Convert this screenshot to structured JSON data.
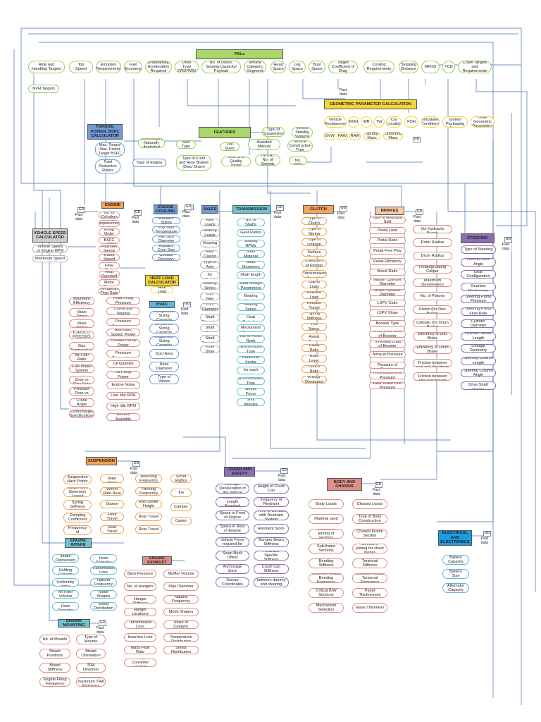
{
  "labels": {
    "gd": "GD",
    "past_data": "Past data"
  },
  "headers": {
    "pals": "PALs",
    "features": "FEATURES",
    "geometric": "GEOMETRIC PARAMETER CALCULATION",
    "torque": "TORQUE, POWER, BSFC CALCULATOR",
    "engine": "ENGINE",
    "engine_cooling": "ENGINE COOLING",
    "axles": "AXLES",
    "transmission": "TRANSMISSION",
    "clutch": "CLUTCH",
    "brakes": "BRAKES",
    "steering": "STEERING",
    "vehicle_speed": "VEHICLE SPEED CALCULATOR",
    "heat_load": "HEAT LOAD CALCULATOR",
    "hvac": "HVAC",
    "suspension": "SUSPENSION",
    "crash": "CRASH AND SAFETY",
    "body": "BODY AND CHASSIS",
    "electrical": "ELECTRICAL AND ELECTRONICS",
    "engine_intake": "ENGINE INTAKE",
    "engine_exhaust": "ENGINE EXHAUST",
    "engine_mounting": "ENGINE MOUNTING"
  },
  "pals_row": [
    "Ride and Handling Targets",
    "Top Speed",
    "Emission Requirements",
    "Fuel Economy",
    "Gradeability, Acceleration Required",
    "Drive Type 2WD/4WD",
    "No. of Doors, Seating Capacity/ Payload",
    "Vehicle Category, Segment",
    "Head Space",
    "Leg Space",
    "Boot Space",
    "Target Coefficient of Drag",
    "Cooling Requirements",
    "Stopping Distance",
    "MFOD",
    "TCD",
    "Crash Targets and Requirements"
  ],
  "nvh": "NVH Targets",
  "geo_items": [
    "Vehicle Resistances",
    "ROH",
    "WB",
    "TW",
    "CG Location",
    "FOH",
    "Articulated Conditions",
    "Sub-system Packaging Space",
    "Other Geometric Parameters",
    "GVW",
    "FAW",
    "RAW",
    "Sprung Mass",
    "Unsprung Mass"
  ],
  "feat_items": [
    "Turbocharging/ Naturally Aspirated",
    "Axle Type",
    "Tire Sizes",
    "Power Assisted Manual Steering",
    "Type of Suspension",
    "Vehicle Stability Systems",
    "Vehicle Construction Type",
    "Type of Front and Rear Brakes (Disc/ Drum)",
    "Gear Shift Quality Target",
    "TMT/AT, No. of Speeds",
    "DVD/ No. D&R"
  ],
  "torque_items": [
    "Max. Torque Max. Power Target BSFC",
    "Type of Engine",
    "Total Reduction Ratios"
  ],
  "vs_items": [
    "Vehicle Speed vs Engine RPM",
    "Maximum Speed"
  ],
  "engine_items": [
    "No. of Cylinders",
    "Displacement",
    "Firing Order",
    "T-P BSFC vs RPM",
    "Flywheel Inertia",
    "Rated Speed",
    "Coolant Flow Rate",
    "Heat Rejected",
    "Blower Motor Power",
    "Refrigerant Flow Rate"
  ],
  "cool_items": [
    "Radiator Sizing",
    "Top Tank Temperature",
    "Fan Size Diameter",
    "Radiator Core Size",
    "Type of Coolant Recovery System"
  ],
  "heat_items": [
    "Heat Load"
  ],
  "hvac_items": [
    "Compressor Sizing Capacity",
    "Condenser Sizing Capacity",
    "Evaporator Sizing Capacity",
    "Duct Area",
    "Hose Diameter",
    "Type of Valves"
  ],
  "eng_left": [
    "Volumetric Efficiency",
    "Intake Valve Timing",
    "Exhaust Valve Timing",
    "IC/FOCC/ POC/SOS",
    "Exhaust Gas Temperature",
    "Air-Fuel Ratio",
    "Fuel Intake System",
    "Air Filter Pressure Drop vs Flow Rate Curve",
    "Catalytic Converter Pressure Drop vs Flow Rate Curve",
    "Pressure-Crank Angle Curve",
    "Turbocharger Specifications"
  ],
  "eng_mid": [
    "Peak Firing Pressure",
    "Crankcase Volume",
    "Max. Oil Pressure Temperature",
    "Alternator Speed, Power",
    "Coolant Pump Power",
    "Max. Oil Pressure Temperature",
    "Oil Quantity",
    "Oil Pump Power",
    "Engine Noise",
    "Line Idle RPM",
    "High Idle RPM",
    "Vacuum Available"
  ],
  "axle_items": [
    "Axle Loads",
    "Bearing Loads",
    "Axle Housing Loads",
    "Axle Casing",
    "Type of Axle",
    "Axle Section for Dead Axle",
    "Bearing Series",
    "CVJ type",
    "CVJ Diameter",
    "Drive Shaft Diameter",
    "Propeller Shaft Type",
    "Propeller Shaft Diameter",
    "Final Drive"
  ],
  "trans_items": [
    "No. of Shafts",
    "Gear Ratios",
    "Shifting RPMs",
    "Shaft Material",
    "Shaft Diameters",
    "Shaft length",
    "Gear Design Parameters",
    "Shaft Bearing Loads",
    "Bearing Series",
    "Transmission Heat Rejection",
    "Type of Shift Mechanism Operation",
    "No. of Forks Rods",
    "Synchronizer Type",
    "Reflective Inertia",
    "Cone torque for each gear",
    "Synchronization Time",
    "Sleeve Force",
    "Shift Impulse"
  ],
  "clutch_items": [
    "Type of Clutch",
    "Type of Spring",
    "Type of Linkage",
    "Friction Surface Material",
    "Coefficient of Friction",
    "Torque Transmission Capacity",
    "Clamp Load",
    "Release Load",
    "Release Travel",
    "Spring Stiffness",
    "TVD Specs.",
    "Pedal Return Assist Spring Stiffness",
    "Pedal Ratio",
    "Hydraulic Ratio Lever Ratio",
    "Clutch Ratio",
    "Energy Dissipated"
  ],
  "brake_left": [
    "Type of Hydraulic Split",
    "Pedal Load",
    "Pedal Ratio",
    "Pedal Free Play",
    "Pedal Efficiency",
    "Boost Ratio",
    "Master Cylinder Diameter",
    "Wheel Cylinder Diameter",
    "LSPV Cutin",
    "LSPV Slope",
    "Booster Type",
    "Knee-point Load of Booster",
    "Threshold Load of Booster",
    "Jump-in Pressure",
    "Knee-point Pressure of Booster",
    "Front Brake Line Pressure",
    "Rear Brake Line Pressure"
  ],
  "brake_right": [
    "Accumulator Sizing (for Hydraulic Boost)",
    "Rotor Radius",
    "Drum Radius",
    "Floating/Sliding Caliper",
    "Maximum Deceleration",
    "No. of Pistons",
    "Diameter of Brake Piston (for Disc Brake)",
    "Diameter of Wheel Cylinder (for Drum Brake)",
    "Efficiency of Disc Brake",
    "Efficiency of Drum Brake",
    "Coefficient of Friction between pad and disc/drum",
    "Coefficient of Friction between tyre and ground"
  ],
  "steer_items": [
    "Type of Steering",
    "Lock-to-Lock Angle",
    "Gear Configuration",
    "Type of Steering Gearbox Mechanism",
    "Steering Pump Pressure",
    "Steering Pump Flow Rate",
    "Cylinder Diameter",
    "Cylinder Stroke Length",
    "Linkage Geometry",
    "Steering Column Length",
    "Steering Column Angle",
    "Steering Column Drive Shaft Design"
  ],
  "susp_c1": [
    "Suspension Hard Points",
    "Suspension Geometry Layout",
    "Spring Stiffness",
    "Damping Coefficient",
    "Natural Frequency of Suspension"
  ],
  "susp_c2": [
    "Wheel Rate Front",
    "Wheel Rate Rear",
    "Stance",
    "Front Travel",
    "Rear Travel"
  ],
  "susp_c3": [
    "Bouncing Frequency",
    "Pitching Frequency",
    "Roll Center Height",
    "Rear Travel",
    "Rear Travel"
  ],
  "susp_c4": [
    "Scrub Radius",
    "Toe",
    "Camber",
    "Castor"
  ],
  "crash_c1": [
    "Average Deceleration of the Vehicle",
    "Crush Can Length Required",
    "Space in Front of Engine",
    "Space in Rear of Engine",
    "Average Vehicle Force required for Crush",
    "Swan Neck Offset",
    "Anchorage Zone",
    "Sensor Coordinates"
  ],
  "crash_c2": [
    "Height of Crush Can",
    "Natural frequency of Restraint System",
    "Time to Contact with Restraint System",
    "Restraint Stock",
    "Bumper Beam Stiffness",
    "Restraint Specific Stiffness",
    "Crush Can Stiffness",
    "Distance between dummy and steering wheel"
  ],
  "body_c1": [
    "Body Loads",
    "Material used",
    "Method of joining of sections",
    "Sub-frame Sections",
    "Bending Stiffness",
    "Minimum Global Bending Frequency",
    "Critical BIW Sections",
    "Mechanism Selection"
  ],
  "body_c2": [
    "Chassis Loads",
    "Type of Body Construction",
    "Chassis Frame Section",
    "Method of joining for sheet metals",
    "Torsional Stiffness",
    "Minimum Global Torsional Frequency",
    "Panel Thicknesses",
    "Glass Thickness"
  ],
  "elec_items": [
    "Battery Capacity",
    "Battery Size",
    "Alternator Capacity"
  ],
  "intake_c1": [
    "Intake Depression",
    "Dust Holding Capacity",
    "Flow Uniformity Index",
    "Air Filter Volume",
    "Dirty Side Hose Diameter"
  ],
  "intake_c2": [
    "Clean Side Hose Diameter",
    "Transmission Loss",
    "Natural Frequency",
    "Mode Shapes",
    "Stress Distribution"
  ],
  "exh_c1": [
    "Back Pressure",
    "No. of Hangers",
    "Rubber Hanger Stiffness",
    "Hanger Locations",
    "Transmission Loss",
    "Insertion Loss",
    "Mass Flow Rate",
    "Catalytic Converter Load-in"
  ],
  "exh_c2": [
    "Muffler Volume",
    "Pipe Diameter",
    "Natural Frequency",
    "Mode Shapes",
    "Flow Uniformity Index of Catalytic Converter",
    "Exhaust Pipe Temperature Distribution",
    "Stress Distribution"
  ],
  "mount_c1": [
    "No. of Mounts",
    "Mount Positions",
    "Mount Stiffness",
    "Engine Firing Frequency"
  ],
  "mount_c2": [
    "Type of Mounts",
    "Mount Orientation",
    "TRA Direction",
    "Recommended maximum TRA frequency"
  ],
  "colors": {
    "green": "#9bd05a",
    "yellow": "#f1d23a",
    "blue": "#6f9bd6",
    "red": "#e08f88",
    "teal": "#6fc3cf",
    "purple": "#8b6fb3",
    "orange": "#f3a35a",
    "line": "#3f6fb0"
  }
}
